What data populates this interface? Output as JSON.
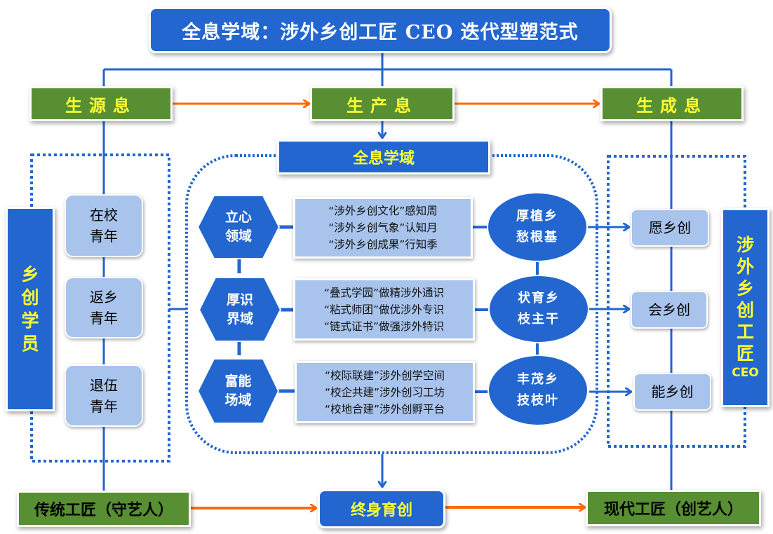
{
  "title": "全息学域：涉外乡创工匠 CEO 迭代型塑范式",
  "top_row": {
    "left": "生源息",
    "center": "生产息",
    "right": "生成息"
  },
  "center_header": "全息学域",
  "left_panel": {
    "vertical_label": [
      "乡",
      "创",
      "学",
      "员"
    ],
    "items": [
      {
        "line1": "在校",
        "line2": "青年"
      },
      {
        "line1": "返乡",
        "line2": "青年"
      },
      {
        "line1": "退伍",
        "line2": "青年"
      }
    ]
  },
  "domains": [
    {
      "hex_line1": "立心",
      "hex_line2": "领域",
      "content": [
        "“涉外乡创文化”感知周",
        "“涉外乡创气象”认知月",
        "“涉外乡创成果”行知季"
      ],
      "oval_line1": "厚植乡",
      "oval_line2": "愁根基",
      "outcome": "愿乡创"
    },
    {
      "hex_line1": "厚识",
      "hex_line2": "界域",
      "content": [
        "“叠式学园”做精涉外通识",
        "“粘式师团”做优涉外专识",
        "“链式证书”做强涉外特识"
      ],
      "oval_line1": "状育乡",
      "oval_line2": "枝主干",
      "outcome": "会乡创"
    },
    {
      "hex_line1": "富能",
      "hex_line2": "场域",
      "content": [
        "“校际联建”涉外创学空间",
        "“校企共建”涉外创习工坊",
        "“校地合建”涉外创孵平台"
      ],
      "oval_line1": "丰茂乡",
      "oval_line2": "技枝叶",
      "outcome": "能乡创"
    }
  ],
  "right_panel": {
    "vertical_label": [
      "涉",
      "外",
      "乡",
      "创",
      "工",
      "匠"
    ],
    "vertical_suffix": "CEO"
  },
  "bottom_row": {
    "left": "传统工匠（守艺人）",
    "center": "终身育创",
    "right": "现代工匠（创艺人）"
  },
  "colors": {
    "blue": "#2366cf",
    "green": "#578f32",
    "light_blue": "#a8c4ec",
    "orange": "#ff6a00",
    "yellow_text": "#ffff33"
  }
}
